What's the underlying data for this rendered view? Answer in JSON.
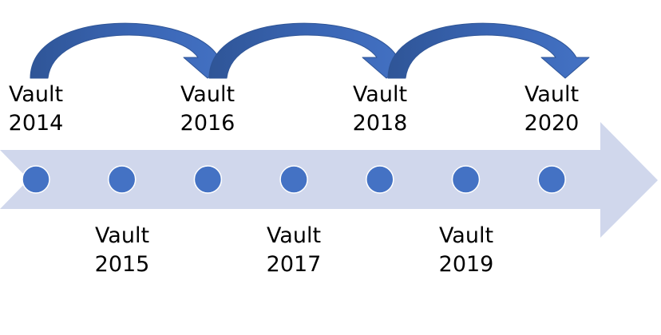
{
  "colors": {
    "band": "#D0D7EC",
    "dot": "#4472C4",
    "dot_stroke": "#FFFFFF",
    "arrow_light": "#4472C4",
    "arrow_dark": "#2F5597",
    "text": "#000000"
  },
  "timeline": {
    "items": [
      {
        "word": "Vault",
        "year": "2014"
      },
      {
        "word": "Vault",
        "year": "2015"
      },
      {
        "word": "Vault",
        "year": "2016"
      },
      {
        "word": "Vault",
        "year": "2017"
      },
      {
        "word": "Vault",
        "year": "2018"
      },
      {
        "word": "Vault",
        "year": "2019"
      },
      {
        "word": "Vault",
        "year": "2020"
      }
    ]
  }
}
